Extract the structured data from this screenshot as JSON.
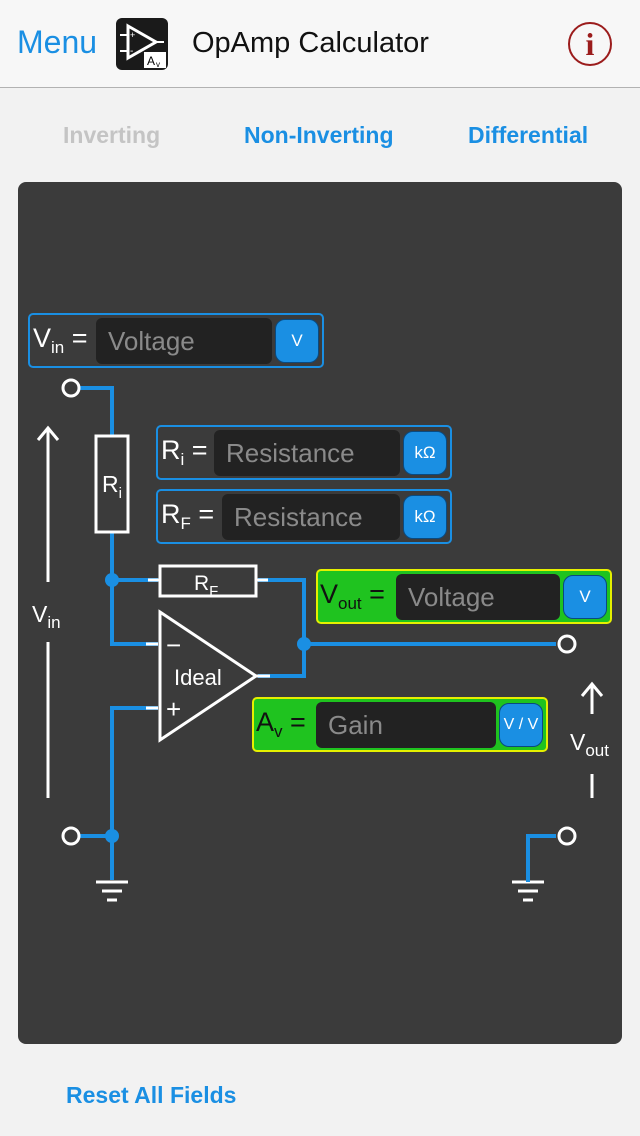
{
  "nav": {
    "menu_label": "Menu",
    "title": "OpAmp Calculator",
    "info_glyph": "i"
  },
  "tabs": [
    {
      "label": "Inverting",
      "state": "disabled"
    },
    {
      "label": "Non-Inverting",
      "state": "enabled"
    },
    {
      "label": "Differential",
      "state": "enabled"
    }
  ],
  "fields": {
    "vin": {
      "label": "V",
      "sub": "in",
      "eq": "=",
      "placeholder": "Voltage",
      "unit": "V"
    },
    "ri": {
      "label": "R",
      "sub": "i",
      "eq": "=",
      "placeholder": "Resistance",
      "unit": "kΩ"
    },
    "rf": {
      "label": "R",
      "sub": "F",
      "eq": "=",
      "placeholder": "Resistance",
      "unit": "kΩ"
    },
    "vout": {
      "label": "V",
      "sub": "out",
      "eq": "=",
      "placeholder": "Voltage",
      "unit": "V"
    },
    "av": {
      "label": "A",
      "sub": "v",
      "eq": "=",
      "placeholder": "Gain",
      "unit": "V / V"
    }
  },
  "schematic": {
    "ri_label": "R",
    "ri_sub": "i",
    "rf_label": "R",
    "rf_sub": "F",
    "opamp_label": "Ideal",
    "minus_sign": "−",
    "plus_sign": "+",
    "vin_label": "V",
    "vin_sub": "in",
    "vout_label": "V",
    "vout_sub": "out"
  },
  "footer": {
    "reset_label": "Reset All Fields"
  },
  "colors": {
    "accent": "#1a8fe3",
    "panel": "#3b3b3b",
    "wire": "#1a8fe3",
    "result_field": "#1fc31f",
    "result_border": "#e5f000",
    "info": "#9b1c1c"
  }
}
